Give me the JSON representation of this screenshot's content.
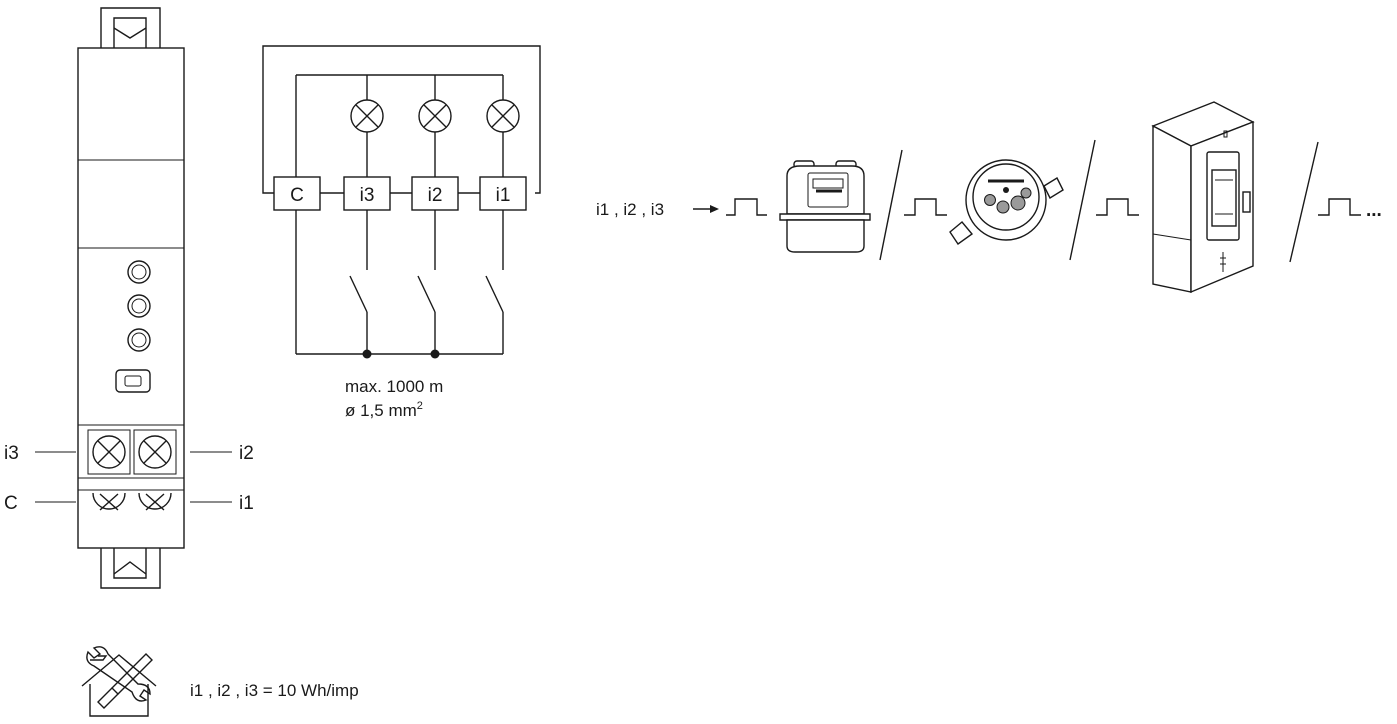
{
  "device": {
    "terminal_labels": {
      "left_top": "i3",
      "right_top": "i2",
      "left_bottom": "C",
      "right_bottom": "i1"
    }
  },
  "wiring": {
    "boxes": [
      "C",
      "i3",
      "i2",
      "i1"
    ],
    "cable_length": "max. 1000 m",
    "cable_section": "ø 1,5 mm",
    "cable_section_sup": "2"
  },
  "pulse": {
    "inputs_label": "i1 , i2 , i3",
    "ellipsis": "..."
  },
  "settings": {
    "text": "i1 , i2 , i3 = 10 Wh/imp",
    "icon": "tools-house-icon"
  },
  "colors": {
    "line": "#1a1a1a",
    "background": "#ffffff",
    "grey": "#9a9a9a"
  }
}
